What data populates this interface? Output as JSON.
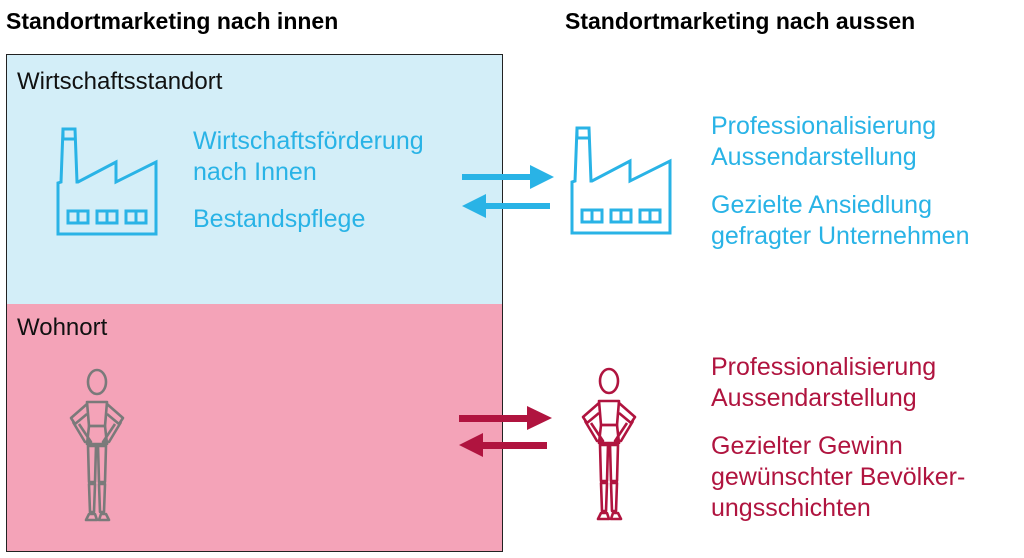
{
  "headers": {
    "inner": "Standortmarketing nach innen",
    "outer": "Standortmarketing nach aussen"
  },
  "business": {
    "label": "Wirtschaftsstandort",
    "inner_lines": [
      "Wirtschaftsförderung",
      "nach Innen"
    ],
    "inner_second": "Bestandspflege",
    "outer_first": [
      "Professionalisierung",
      "Aussendarstellung"
    ],
    "outer_second": [
      "Gezielte Ansiedlung",
      "gefragter Unternehmen"
    ],
    "icon": "factory-icon"
  },
  "residence": {
    "label": "Wohnort",
    "outer_first": [
      "Professionalisierung",
      "Aussendarstellung"
    ],
    "outer_second": [
      "Gezielter Gewinn",
      "gewünschter Bevölker-",
      "ungsschichten"
    ],
    "icon": "person-figure-icon"
  },
  "colors": {
    "blue": "#29b3e6",
    "red": "#b0143f",
    "blue_bg": "#d3eef8",
    "pink_bg": "#f4a3b8",
    "grey": "#7a7a7a"
  }
}
